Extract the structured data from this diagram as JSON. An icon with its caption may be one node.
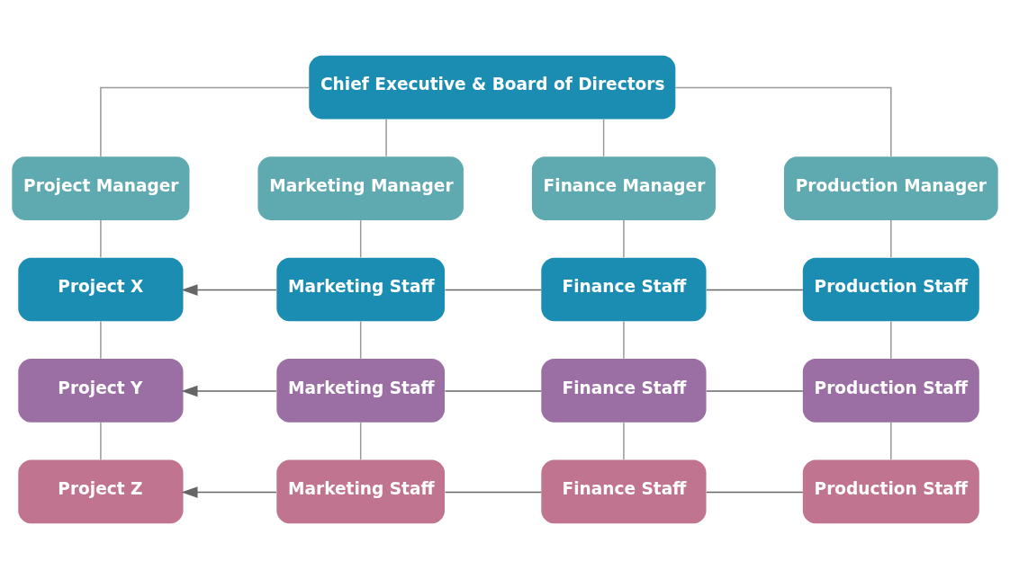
{
  "diagram": {
    "nodes": [
      {
        "text": [
          "Chief Executive & Board of Directors"
        ]
      },
      {
        "text": [
          "Project Manager"
        ]
      },
      {
        "text": [
          "Marketing Manager"
        ]
      },
      {
        "text": [
          "Finance Manager"
        ]
      },
      {
        "text": [
          "Production Manager"
        ]
      },
      {
        "text": [
          "Project X"
        ]
      },
      {
        "text": [
          "Marketing Staff"
        ]
      },
      {
        "text": [
          "Finance Staff"
        ]
      },
      {
        "text": [
          "Production Staff"
        ]
      },
      {
        "text": [
          "Project Y"
        ]
      },
      {
        "text": [
          "Marketing Staff"
        ]
      },
      {
        "text": [
          "Finance Staff"
        ]
      },
      {
        "text": [
          "Production Staff"
        ]
      },
      {
        "text": [
          "Project Z"
        ]
      },
      {
        "text": [
          "Marketing Staff"
        ]
      },
      {
        "text": [
          "Finance Staff"
        ]
      },
      {
        "text": [
          "Production Staff"
        ]
      }
    ],
    "edges": [
      {
        "from": 0,
        "to": 1,
        "arrow": "none"
      },
      {
        "from": 0,
        "to": 2,
        "arrow": "none"
      },
      {
        "from": 0,
        "to": 3,
        "arrow": "none"
      },
      {
        "from": 0,
        "to": 4,
        "arrow": "none"
      },
      {
        "from": 1,
        "to": 5,
        "arrow": "none"
      },
      {
        "from": 5,
        "to": 9,
        "arrow": "none"
      },
      {
        "from": 9,
        "to": 13,
        "arrow": "none"
      },
      {
        "from": 2,
        "to": 6,
        "arrow": "none"
      },
      {
        "from": 6,
        "to": 10,
        "arrow": "none"
      },
      {
        "from": 10,
        "to": 14,
        "arrow": "none"
      },
      {
        "from": 3,
        "to": 7,
        "arrow": "none"
      },
      {
        "from": 7,
        "to": 11,
        "arrow": "none"
      },
      {
        "from": 11,
        "to": 15,
        "arrow": "none"
      },
      {
        "from": 4,
        "to": 8,
        "arrow": "none"
      },
      {
        "from": 8,
        "to": 12,
        "arrow": "none"
      },
      {
        "from": 12,
        "to": 16,
        "arrow": "none"
      },
      {
        "from": 8,
        "to": 7,
        "arrow": "none",
        "color": "#666666"
      },
      {
        "from": 7,
        "to": 6,
        "arrow": "none",
        "color": "#666666"
      },
      {
        "from": 6,
        "to": 5,
        "arrow": "to",
        "color": "#666666"
      },
      {
        "from": 12,
        "to": 11,
        "arrow": "none",
        "color": "#666666"
      },
      {
        "from": 11,
        "to": 10,
        "arrow": "none",
        "color": "#666666"
      },
      {
        "from": 10,
        "to": 9,
        "arrow": "to",
        "color": "#666666"
      },
      {
        "from": 16,
        "to": 15,
        "arrow": "none",
        "color": "#666666"
      },
      {
        "from": 15,
        "to": 14,
        "arrow": "none",
        "color": "#666666"
      },
      {
        "from": 14,
        "to": 13,
        "arrow": "to",
        "color": "#666666"
      }
    ]
  }
}
